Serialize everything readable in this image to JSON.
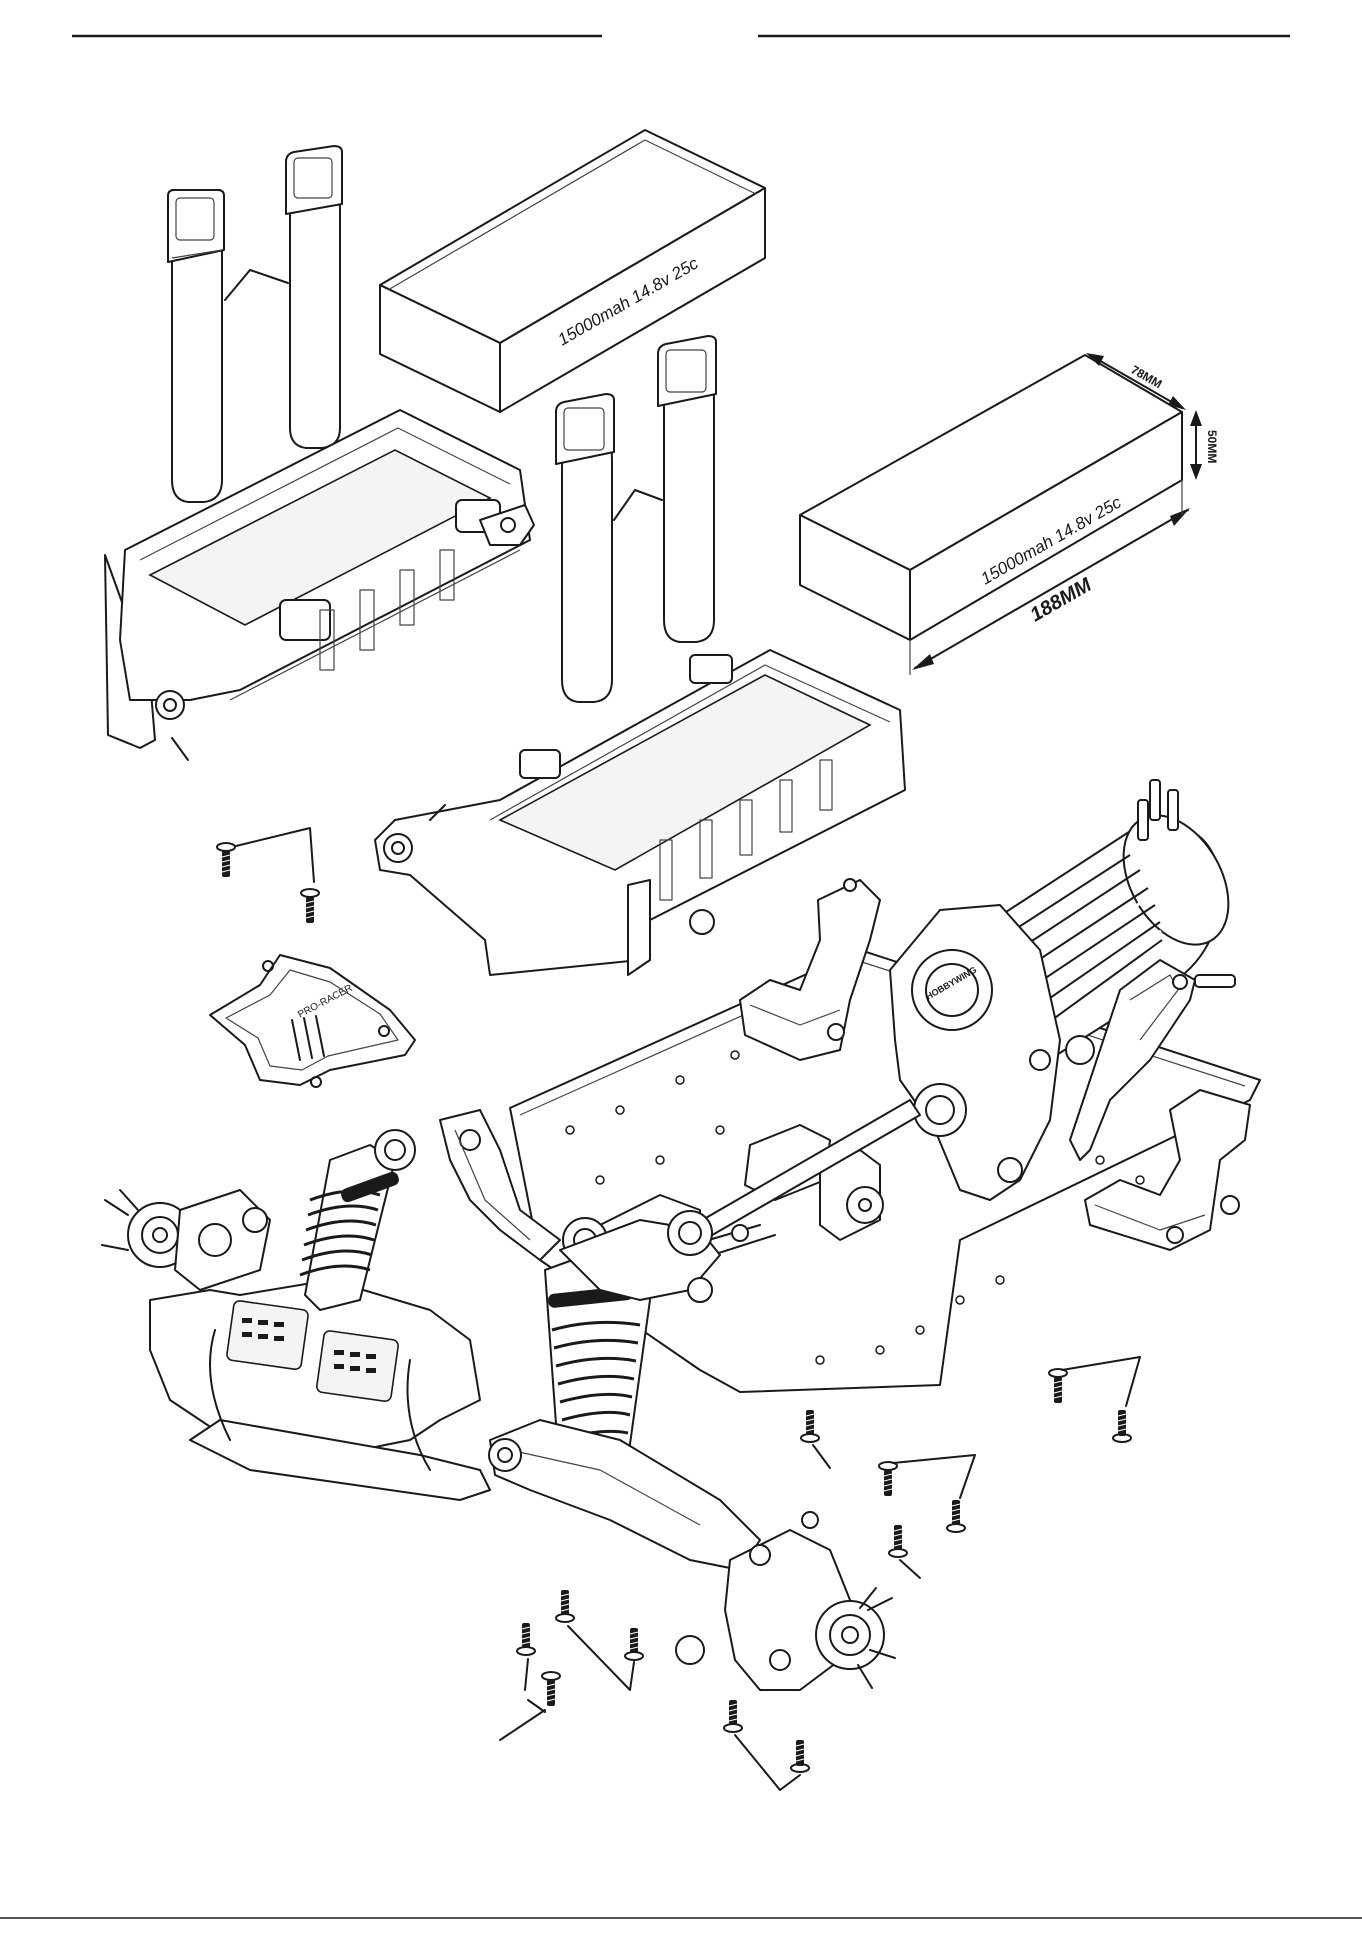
{
  "diagram": {
    "battery_top_label": "15000mah 14.8v 25c",
    "battery_dim_label": "15000mah 14.8v 25c",
    "dim_length": "188MM",
    "dim_width": "78MM",
    "dim_height": "50MM",
    "motor_brand_text": "HOBBYWING",
    "logo_text": "PRO-RACER",
    "colors": {
      "line": "#1a1a1a",
      "fill": "#ffffff",
      "shade": "#f4f4f4"
    }
  }
}
